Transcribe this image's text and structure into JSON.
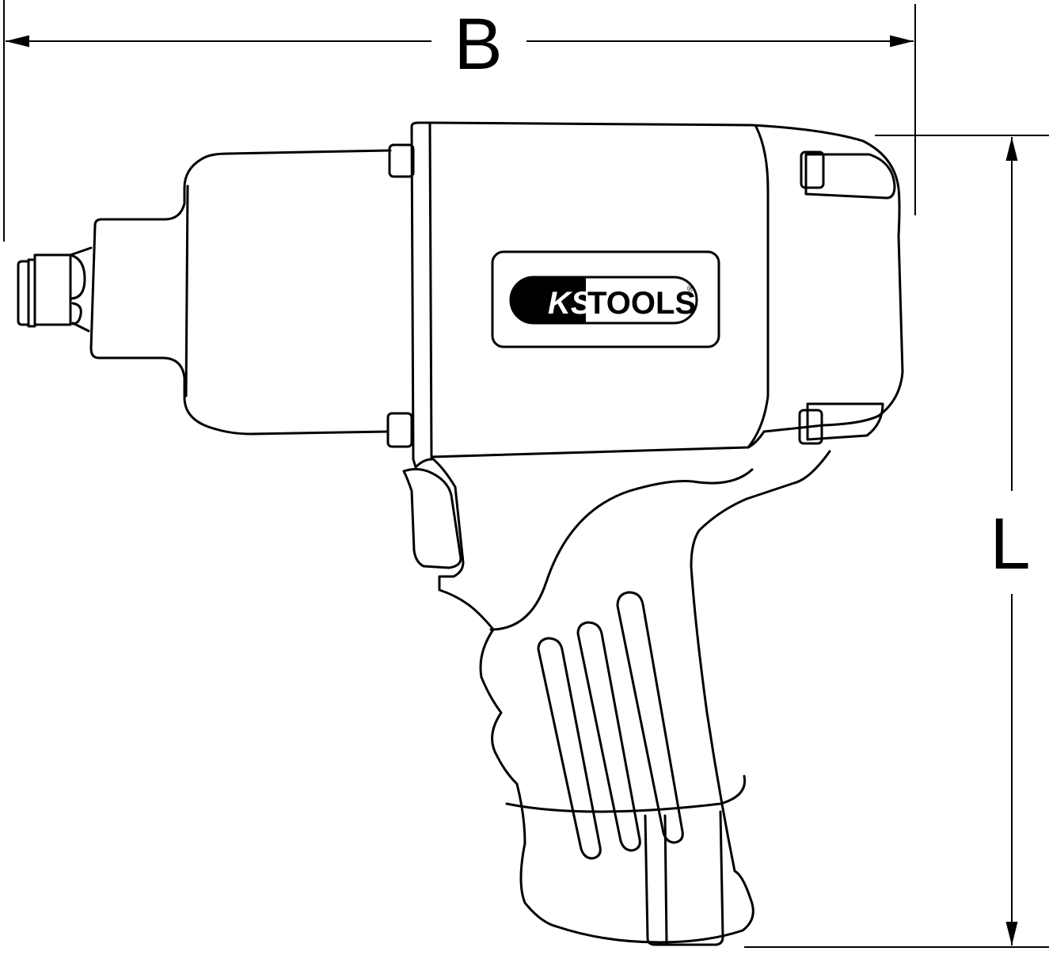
{
  "dimensions": {
    "width_label": "B",
    "length_label": "L"
  },
  "logo": {
    "brand_left": "KS",
    "brand_right": "TOOLS",
    "registered": "®"
  },
  "colors": {
    "line": "#000000",
    "background": "#ffffff"
  }
}
